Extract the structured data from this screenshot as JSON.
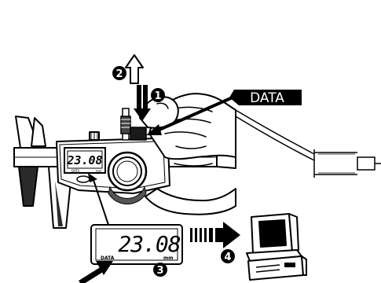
{
  "callouts": {
    "data_tag": "DATA",
    "step_1": "1",
    "step_2": "2",
    "step_3": "3",
    "step_4": "4"
  },
  "caliper_display": {
    "reading": "23.08",
    "unit": "mm",
    "small_label": "DATA"
  },
  "zoom_display": {
    "reading": "23.08",
    "data_label": "DATA",
    "unit": "mm"
  },
  "icons": {
    "computer": "computer-icon",
    "cable_connector": "cable-connector-icon",
    "hand": "hand-icon",
    "caliper": "digital-caliper-icon"
  }
}
